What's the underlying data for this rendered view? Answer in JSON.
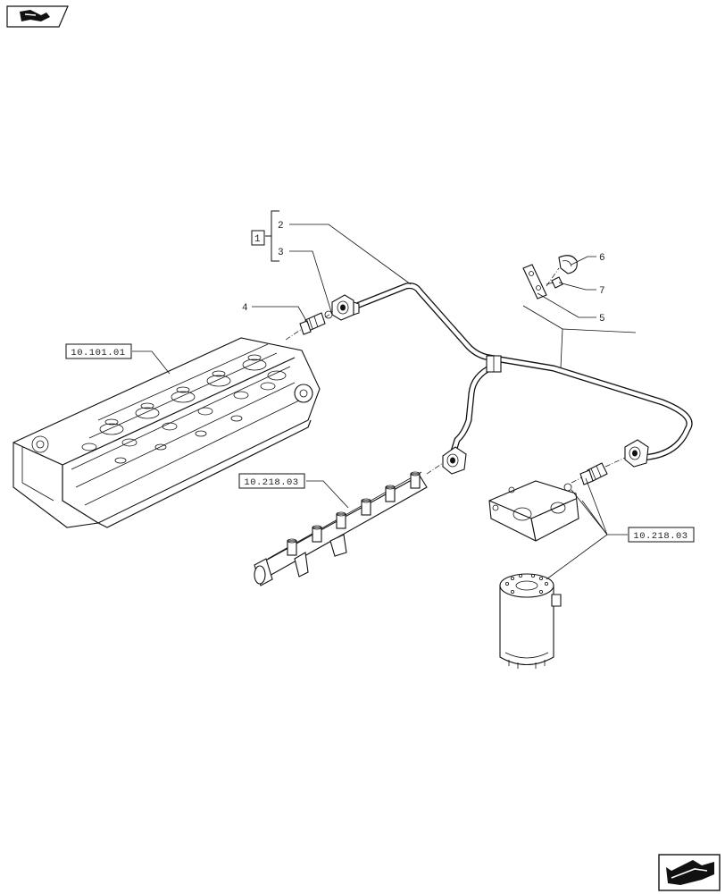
{
  "callouts": {
    "group": "1",
    "item2": "2",
    "item3": "3",
    "item4": "4",
    "item5": "5",
    "item6": "6",
    "item7": "7"
  },
  "references": {
    "cylinder_head": "10.101.01",
    "fuel_rail": "10.218.03",
    "fuel_filter": "10.218.03"
  },
  "icons": {
    "top_left": "book-arrow-icon",
    "bottom_right": "next-page-arrow-icon"
  }
}
